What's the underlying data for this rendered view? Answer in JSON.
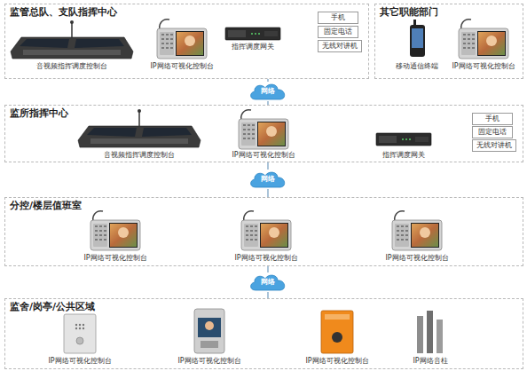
{
  "diagram": {
    "nodes": [
      {
        "text": [
          "监管总队、支队指挥中心"
        ]
      },
      {
        "text": [
          "音视频指挥调度控制台"
        ],
        "in": 0
      },
      {
        "text": [
          "IP网络可视化控制台"
        ],
        "in": 0
      },
      {
        "text": [
          "指挥调度网关"
        ],
        "in": 0
      },
      {
        "text": [
          "手机"
        ],
        "in": 0
      },
      {
        "text": [
          "固定电话"
        ],
        "in": 0
      },
      {
        "text": [
          "无线对讲机"
        ],
        "in": 0
      },
      {
        "text": [
          "其它职能部门"
        ]
      },
      {
        "text": [
          "移动通信终端"
        ],
        "in": 7
      },
      {
        "text": [
          "IP网络可视化控制台"
        ],
        "in": 7
      },
      {
        "text": [
          "网络"
        ]
      },
      {
        "text": [
          "监所指挥中心"
        ]
      },
      {
        "text": [
          "音视频指挥调度控制台"
        ],
        "in": 11
      },
      {
        "text": [
          "IP网络可视化控制台"
        ],
        "in": 11
      },
      {
        "text": [
          "指挥调度网关"
        ],
        "in": 11
      },
      {
        "text": [
          "手机"
        ],
        "in": 11
      },
      {
        "text": [
          "固定电话"
        ],
        "in": 11
      },
      {
        "text": [
          "无线对讲机"
        ],
        "in": 11
      },
      {
        "text": [
          "网络"
        ]
      },
      {
        "text": [
          "分控/楼层值班室"
        ]
      },
      {
        "text": [
          "IP网络可视化控制台"
        ],
        "in": 19
      },
      {
        "text": [
          "IP网络可视化控制台"
        ],
        "in": 19
      },
      {
        "text": [
          "IP网络可视化控制台"
        ],
        "in": 19
      },
      {
        "text": [
          "网络"
        ]
      },
      {
        "text": [
          "监舍/岗亭/公共区域"
        ]
      },
      {
        "text": [
          "IP网络可视化控制台"
        ],
        "in": 24
      },
      {
        "text": [
          "IP网络可视化控制台"
        ],
        "in": 24
      },
      {
        "text": [
          "IP网络可视化控制台"
        ],
        "in": 24
      },
      {
        "text": [
          "IP网络音柱"
        ],
        "in": 24
      }
    ],
    "edges": [
      {
        "from": 0,
        "to": 10,
        "arrow": "none"
      },
      {
        "from": 10,
        "to": 11,
        "arrow": "none"
      },
      {
        "from": 11,
        "to": 18,
        "arrow": "none"
      },
      {
        "from": 18,
        "to": 19,
        "arrow": "none"
      },
      {
        "from": 19,
        "to": 23,
        "arrow": "none"
      },
      {
        "from": 23,
        "to": 24,
        "arrow": "none"
      }
    ]
  }
}
